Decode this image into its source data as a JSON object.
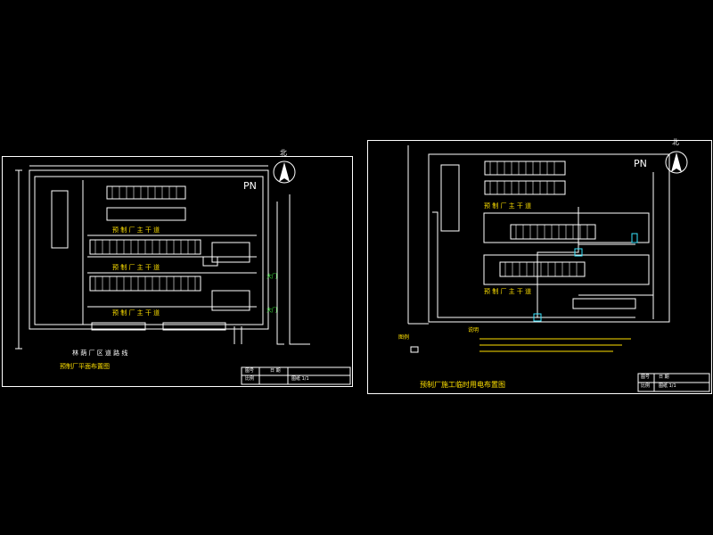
{
  "colors": {
    "background": "#000000",
    "line": "#ffffff",
    "yellow": "#ffe100",
    "green": "#3cf03c",
    "cyan": "#39e6ff"
  },
  "left_sheet": {
    "north_label": "PN",
    "north_symbol": "北",
    "plan_rows": [
      "预 制 厂 主 干 道",
      "预 制 厂 主 干 道",
      "预 制 厂 主 干 道"
    ],
    "entrance_labels": [
      "大门",
      "大门"
    ],
    "road_bottom": "林 荫 厂 区 道 路 线",
    "drawing_title": "预制厂平面布置图",
    "title_block": {
      "r1c1": "图号",
      "r1c2": "日 期",
      "r2c1": "比例",
      "r2c2": "图纸 1/1"
    }
  },
  "right_sheet": {
    "north_label": "PN",
    "north_symbol": "北",
    "plan_rows": [
      "预 制 厂 主 干 道",
      "预 制 厂 主 干 道"
    ],
    "drawing_title": "预制厂施工临时用电布置图",
    "legend_title": "图例",
    "notes_title": "说明",
    "title_block": {
      "r1c1": "图号",
      "r1c2": "日 期",
      "r2c1": "比例",
      "r2c2": "图纸 1/1"
    }
  }
}
